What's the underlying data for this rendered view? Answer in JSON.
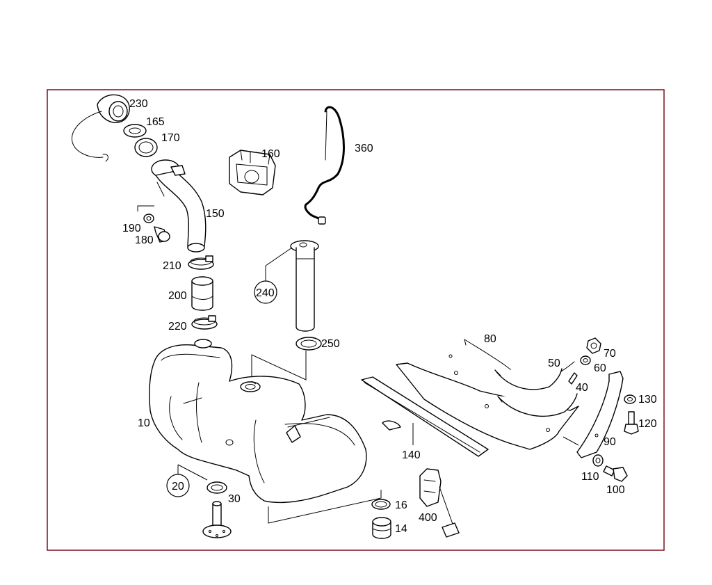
{
  "frame_color": "#7a0f1c",
  "labels": {
    "p10": "10",
    "p14": "14",
    "p16": "16",
    "p20": "20",
    "p30": "30",
    "p40": "40",
    "p50": "50",
    "p60": "60",
    "p70": "70",
    "p80": "80",
    "p90": "90",
    "p100": "100",
    "p110": "110",
    "p120": "120",
    "p130": "130",
    "p140": "140",
    "p150": "150",
    "p160": "160",
    "p165": "165",
    "p170": "170",
    "p180": "180",
    "p190": "190",
    "p200": "200",
    "p210": "210",
    "p220": "220",
    "p230": "230",
    "p240": "240",
    "p250": "250",
    "p360": "360",
    "p400": "400"
  }
}
